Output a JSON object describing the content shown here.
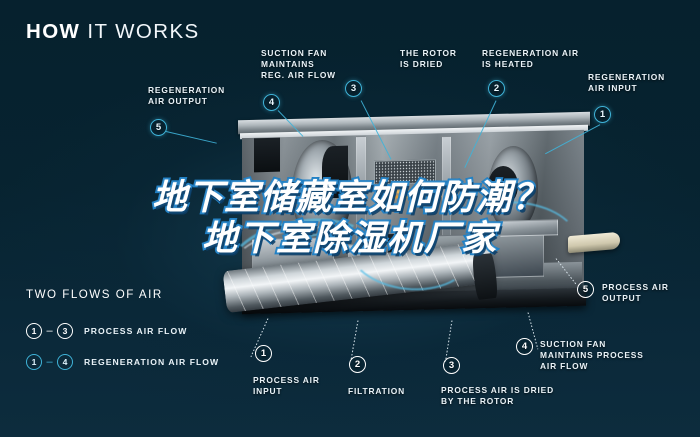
{
  "title": {
    "bold": "HOW",
    "thin": "IT WORKS"
  },
  "colors": {
    "background": "#072330",
    "accent_cyan": "#3fb3d8",
    "text_white": "#eaf3f8",
    "heater_orange": "#e7a23a",
    "overlay_outline": "#1f7fc4"
  },
  "overlay": {
    "line1": "地下室储藏室如何防潮？",
    "line2": "地下室除湿机厂家"
  },
  "legend": {
    "heading": "TWO FLOWS OF AIR",
    "rows": [
      {
        "from": "1",
        "dash": "–",
        "to": "3",
        "label": "PROCESS AIR FLOW",
        "style": "white"
      },
      {
        "from": "1",
        "dash": "–",
        "to": "4",
        "label": "REGENERATION AIR FLOW",
        "style": "cyan"
      }
    ]
  },
  "callouts": {
    "top": [
      {
        "num": "5",
        "label": "REGENERATION\nAIR OUTPUT",
        "style": "cyan"
      },
      {
        "num": "4",
        "label": "SUCTION FAN\nMAINTAINS\nREG. AIR FLOW",
        "style": "cyan"
      },
      {
        "num": "3",
        "label": "THE ROTOR\nIS DRIED",
        "style": "cyan"
      },
      {
        "num": "2",
        "label": "REGENERATION AIR\nIS HEATED",
        "style": "cyan"
      },
      {
        "num": "1",
        "label": "REGENERATION\nAIR INPUT",
        "style": "cyan"
      }
    ],
    "bottom": [
      {
        "num": "1",
        "label": "PROCESS AIR\nINPUT",
        "style": "white"
      },
      {
        "num": "2",
        "label": "FILTRATION",
        "style": "white"
      },
      {
        "num": "3",
        "label": "PROCESS AIR IS DRIED\nBY THE ROTOR",
        "style": "white"
      },
      {
        "num": "4",
        "label": "SUCTION FAN\nMAINTAINS PROCESS\nAIR FLOW",
        "style": "white"
      },
      {
        "num": "5",
        "label": "PROCESS AIR\nOUTPUT",
        "style": "white"
      }
    ]
  }
}
